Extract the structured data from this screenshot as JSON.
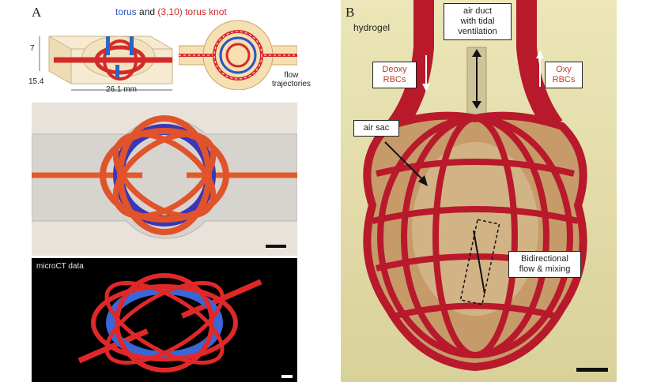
{
  "panel_a": {
    "letter": "A",
    "title_torus": "torus",
    "title_and": "and",
    "title_knot": "(3,10) torus knot",
    "dim_height": "7",
    "dim_depth": "15.4",
    "dim_width": "26.1 mm",
    "flow_label_line1": "flow",
    "flow_label_line2": "trajectories",
    "micro_label": "microCT data"
  },
  "panel_b": {
    "letter": "B",
    "hydrogel": "hydrogel",
    "air_duct_line1": "air duct",
    "air_duct_line2": "with tidal",
    "air_duct_line3": "ventilation",
    "deoxy_line1": "Deoxy",
    "deoxy_line2": "RBCs",
    "oxy_line1": "Oxy",
    "oxy_line2": "RBCs",
    "air_sac": "air sac",
    "bidir_line1": "Bidirectional",
    "bidir_line2": "flow & mixing"
  },
  "colors": {
    "torus_blue": "#2a55c8",
    "knot_red": "#d42a2a",
    "gel_red": "#b8192b",
    "micro_bg": "#000000"
  }
}
